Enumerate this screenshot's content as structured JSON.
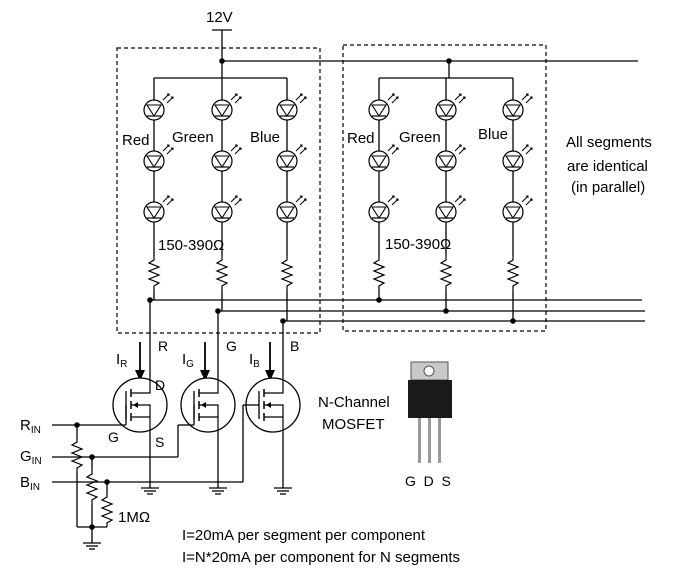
{
  "supply_label": "12V",
  "color_labels": [
    "Red",
    "Green",
    "Blue"
  ],
  "resistor_label": "150-390Ω",
  "segments_note": [
    "All segments",
    "are identical",
    "(in parallel)"
  ],
  "channel_labels": [
    "R",
    "G",
    "B"
  ],
  "current_labels": [
    {
      "main": "I",
      "sub": "R"
    },
    {
      "main": "I",
      "sub": "G"
    },
    {
      "main": "I",
      "sub": "B"
    }
  ],
  "pin_labels": {
    "drain": "D",
    "gate": "G",
    "source": "S"
  },
  "inputs": [
    {
      "main": "R",
      "sub": "IN"
    },
    {
      "main": "G",
      "sub": "IN"
    },
    {
      "main": "B",
      "sub": "IN"
    }
  ],
  "pulldown_label": "1MΩ",
  "mosfet_type": [
    "N-Channel",
    "MOSFET"
  ],
  "package_pins": "G  D  S",
  "formula_lines": [
    "I=20mA per segment per component",
    "I=N*20mA per component for N segments"
  ]
}
